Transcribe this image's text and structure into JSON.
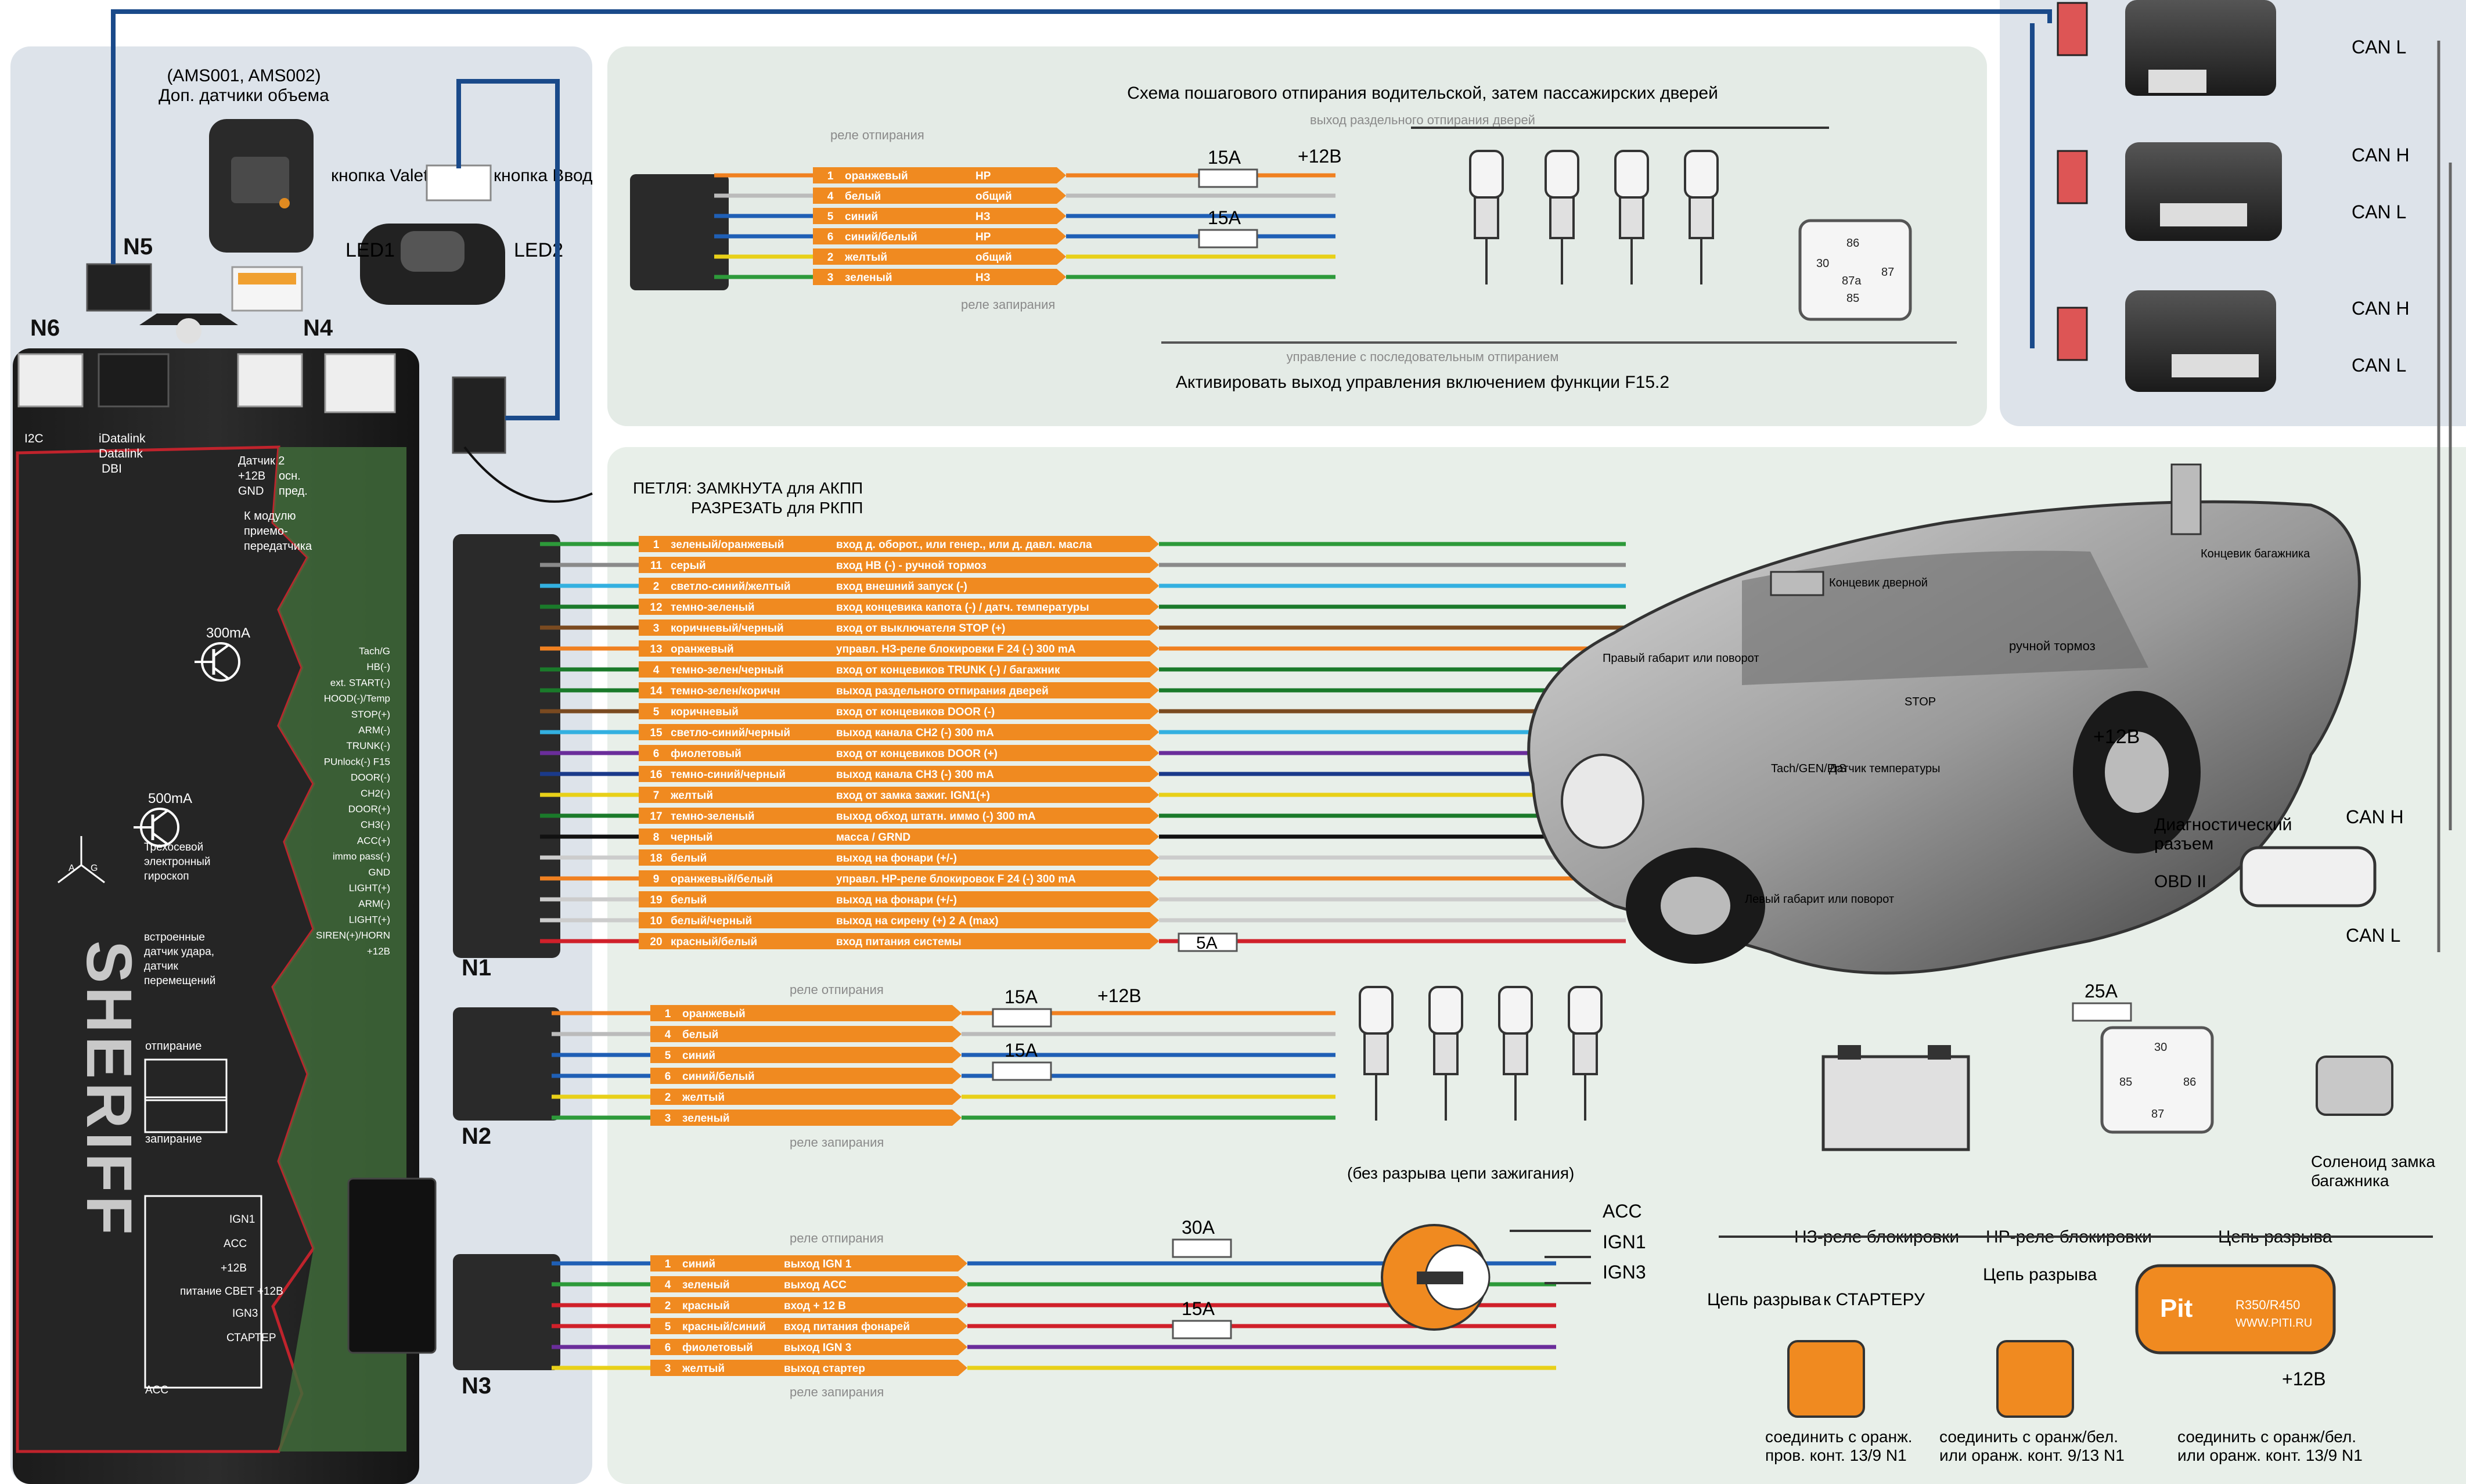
{
  "header": {
    "top_title": "Схема пошагового отпирания водительской, затем пассажирских дверей",
    "top_sub_upper": "выход раздельного отпирания дверей",
    "top_sub_lower": "управление с последовательным отпиранием",
    "top_footer": "Активировать выход управления включением функции F15.2"
  },
  "main_unit": {
    "brand": "SHERIFF",
    "sensor_label_1": "(AMS001, AMS002)",
    "sensor_label_2": "Доп. датчики объема",
    "valet_label": "кнопка Valet",
    "enter_label": "кнопка Ввод",
    "led1": "LED1",
    "led2": "LED2",
    "connectors": {
      "n1": "N1",
      "n2": "N2",
      "n3": "N3",
      "n4": "N4",
      "n5": "N5",
      "n6": "N6"
    },
    "left_labels": [
      "I2C",
      "iDatalink",
      "Datalink",
      "DBI"
    ],
    "sensor2": [
      "Датчик 2",
      "+12В",
      "GND",
      "осн.",
      "пред."
    ],
    "module_label": [
      "К модулю",
      "приемо-",
      "передатчика"
    ],
    "current_300": "300mA",
    "current_500": "500mA",
    "gyro": [
      "Трехосевой",
      "электронный",
      "гироскоп"
    ],
    "builtin": [
      "встроенные",
      "датчик удара,",
      "датчик",
      "перемещений"
    ],
    "unlock": "отпирание",
    "lock": "запирание",
    "pin_names": [
      "Tach/G",
      "HB(-)",
      "ext. START(-)",
      "HOOD(-)/Temp",
      "STOP(+)",
      "ARM(-)",
      "TRUNK(-)",
      "PUnlock(-) F15",
      "DOOR(-)",
      "CH2(-)",
      "DOOR(+)",
      "CH3(-)",
      "ACC(+)",
      "immo pass(-)",
      "GND",
      "LIGHT(+)",
      "ARM(-)",
      "LIGHT(+)",
      "SIREN(+)/HORN",
      "+12В"
    ],
    "ign_labels": [
      "IGN1",
      "ACC",
      "+12В",
      "питание СВЕТ +12В",
      "IGN3",
      "СТАРТЕР",
      "ACC"
    ]
  },
  "loop": {
    "line1": "ПЕТЛЯ: ЗАМКНУТА для АКПП",
    "line2": "РАЗРЕЗАТЬ для РКПП"
  },
  "top_connector": {
    "relay_unlock": "реле отпирания",
    "relay_lock": "реле запирания",
    "rows": [
      {
        "pin": "1",
        "color": "оранжевый",
        "func": "НР",
        "hex": "#f08020"
      },
      {
        "pin": "4",
        "color": "белый",
        "func": "общий",
        "hex": "#bbbbbb"
      },
      {
        "pin": "5",
        "color": "синий",
        "func": "НЗ",
        "hex": "#1f5fb5"
      },
      {
        "pin": "6",
        "color": "синий/белый",
        "func": "НР",
        "hex": "#1f5fb5"
      },
      {
        "pin": "2",
        "color": "желтый",
        "func": "общий",
        "hex": "#e8d018"
      },
      {
        "pin": "3",
        "color": "зеленый",
        "func": "НЗ",
        "hex": "#2d9a3a"
      }
    ],
    "fuse1": "15A",
    "fuse2": "15A",
    "plus12": "+12В"
  },
  "relay_top": {
    "pins": [
      "86",
      "30",
      "87a",
      "87",
      "85"
    ]
  },
  "n1_rows": [
    {
      "pin": "1",
      "color": "зеленый/оранжевый",
      "func": "вход д. оборот., или генер., или д. давл. масла",
      "hex": "#2d9a3a"
    },
    {
      "pin": "11",
      "color": "серый",
      "func": "вход НВ (-) - ручной тормоз",
      "hex": "#8a8a8a"
    },
    {
      "pin": "2",
      "color": "светло-синий/желтый",
      "func": "вход внешний запуск (-)",
      "hex": "#33b0e0"
    },
    {
      "pin": "12",
      "color": "темно-зеленый",
      "func": "вход концевика капота (-) / датч. температуры",
      "hex": "#1a7a2a"
    },
    {
      "pin": "3",
      "color": "коричневый/черный",
      "func": "вход от выключателя STOP (+)",
      "hex": "#7a4a20"
    },
    {
      "pin": "13",
      "color": "оранжевый",
      "func": "управл. НЗ-реле блокировки F 24 (-) 300 mA",
      "hex": "#f08020"
    },
    {
      "pin": "4",
      "color": "темно-зелен/черный",
      "func": "вход от концевиков TRUNK (-) / багажник",
      "hex": "#1a7a2a"
    },
    {
      "pin": "14",
      "color": "темно-зелен/коричн",
      "func": "выход раздельного отпирания дверей",
      "hex": "#1a7a2a"
    },
    {
      "pin": "5",
      "color": "коричневый",
      "func": "вход от концевиков DOOR (-)",
      "hex": "#7a4a20"
    },
    {
      "pin": "15",
      "color": "светло-синий/черный",
      "func": "выход канала CH2 (-) 300 mA",
      "hex": "#33b0e0"
    },
    {
      "pin": "6",
      "color": "фиолетовый",
      "func": "вход от концевиков DOOR (+)",
      "hex": "#6a2d9a"
    },
    {
      "pin": "16",
      "color": "темно-синий/черный",
      "func": "выход канала CH3 (-) 300 mA",
      "hex": "#1a3a8a"
    },
    {
      "pin": "7",
      "color": "желтый",
      "func": "вход от замка зажиг. IGN1(+)",
      "hex": "#e8d018"
    },
    {
      "pin": "17",
      "color": "темно-зеленый",
      "func": "выход обход штатн. иммо (-) 300 mA",
      "hex": "#1a7a2a"
    },
    {
      "pin": "8",
      "color": "черный",
      "func": "масса / GRND",
      "hex": "#111111"
    },
    {
      "pin": "18",
      "color": "белый",
      "func": "выход на фонари (+/-)",
      "hex": "#cccccc"
    },
    {
      "pin": "9",
      "color": "оранжевый/белый",
      "func": "управл. НР-реле блокировок F 24 (-) 300 mA",
      "hex": "#f08020"
    },
    {
      "pin": "19",
      "color": "белый",
      "func": "выход на фонари (+/-)",
      "hex": "#cccccc"
    },
    {
      "pin": "10",
      "color": "белый/черный",
      "func": "выход на сирену (+) 2 A (max)",
      "hex": "#cccccc"
    },
    {
      "pin": "20",
      "color": "красный/белый",
      "func": "вход питания системы",
      "hex": "#d0202a"
    }
  ],
  "n1_fuse": "5A",
  "n2": {
    "relay_unlock": "реле отпирания",
    "relay_lock": "реле запирания",
    "rows": [
      {
        "pin": "1",
        "color": "оранжевый",
        "hex": "#f08020"
      },
      {
        "pin": "4",
        "color": "белый",
        "hex": "#bbbbbb"
      },
      {
        "pin": "5",
        "color": "синий",
        "hex": "#1f5fb5"
      },
      {
        "pin": "6",
        "color": "синий/белый",
        "hex": "#1f5fb5"
      },
      {
        "pin": "2",
        "color": "желтый",
        "hex": "#e8d018"
      },
      {
        "pin": "3",
        "color": "зеленый",
        "hex": "#2d9a3a"
      }
    ],
    "fuse1": "15A",
    "fuse2": "15A",
    "plus12": "+12В"
  },
  "n3": {
    "relay_unlock": "реле отпирания",
    "relay_lock": "реле запирания",
    "no_break": "(без разрыва цепи зажигания)",
    "rows": [
      {
        "pin": "1",
        "color": "синий",
        "func": "выход IGN 1",
        "hex": "#1f5fb5"
      },
      {
        "pin": "4",
        "color": "зеленый",
        "func": "выход ACC",
        "hex": "#2d9a3a"
      },
      {
        "pin": "2",
        "color": "красный",
        "func": "вход + 12 В",
        "hex": "#d0202a"
      },
      {
        "pin": "5",
        "color": "красный/синий",
        "func": "вход питания фонарей",
        "hex": "#d0202a"
      },
      {
        "pin": "6",
        "color": "фиолетовый",
        "func": "выход IGN 3",
        "hex": "#6a2d9a"
      },
      {
        "pin": "3",
        "color": "желтый",
        "func": "выход стартер",
        "hex": "#e8d018"
      }
    ],
    "fuse30": "30A",
    "fuse15": "15A",
    "acc": "ACC",
    "ign1": "IGN1",
    "ign3": "IGN3"
  },
  "car": {
    "labels": {
      "trunk_switch": "Концевик багажника",
      "door_switch": "Концевик дверной",
      "right_light": "Правый габарит или поворот",
      "handbrake": "ручной тормоз",
      "stop": "STOP",
      "tach": "Tach/GEN/PrS",
      "temp": "Датчик температуры",
      "plus12": "+12В",
      "left_light": "Левый габарит или поворот"
    }
  },
  "can": {
    "modules": [
      {
        "labels": [
          "CAN L"
        ]
      },
      {
        "labels": [
          "CAN H",
          "CAN L"
        ]
      },
      {
        "labels": [
          "CAN H",
          "CAN L"
        ]
      }
    ],
    "diag_1": "Диагностический",
    "diag_2": "разъем",
    "obd": "OBD II",
    "can_h": "CAN H",
    "can_l": "CAN L"
  },
  "trunk": {
    "fuse": "25A",
    "relay_pins": [
      "30",
      "85",
      "86",
      "87"
    ],
    "solenoid_1": "Соленоид замка",
    "solenoid_2": "багажника"
  },
  "blocking": {
    "nz_title": "НЗ-реле блокировки",
    "nr_title": "НР-реле блокировки",
    "break_chain": "Цепь разрыва",
    "to_starter": "к СТАРТЕРУ",
    "nz_conn_1": "соединить с оранж.",
    "nz_conn_2": "пров. конт. 13/9 N1",
    "nr_conn_1": "соединить с оранж/бел.",
    "nr_conn_2": "или оранж. конт. 9/13 N1",
    "pit_conn_1": "соединить с оранж/бел.",
    "pit_conn_2": "или оранж. конт. 13/9 N1",
    "pit_model": "R350/R450",
    "pit_url": "WWW.PITI.RU",
    "pit_brand": "Pit",
    "plus12": "+12В"
  }
}
